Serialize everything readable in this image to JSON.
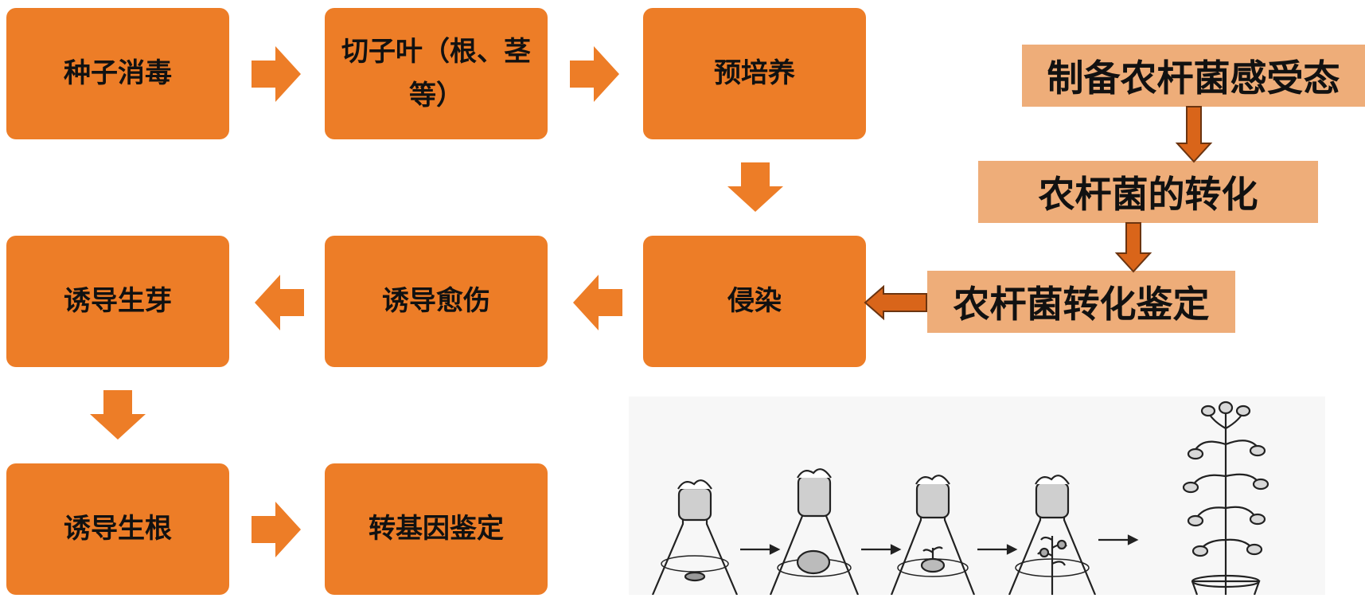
{
  "colors": {
    "step_box": "#ED7D27",
    "flow_arrow": "#ED7D27",
    "agro_box": "#EEAD79",
    "agro_arrow": "#D9651A",
    "agro_arrow_outline": "#6B3410"
  },
  "flow": {
    "steps": {
      "seed_disinfection": "种子消毒",
      "cut_leaf": "切子叶（根、茎等）",
      "preculture": "预培养",
      "infection": "侵染",
      "callus_induction": "诱导愈伤",
      "shoot_induction": "诱导生芽",
      "root_induction": "诱导生根",
      "transgenic_identification": "转基因鉴定"
    }
  },
  "agrobacterium": {
    "competent_cells": "制备农杆菌感受态",
    "transformation": "农杆菌的转化",
    "identification": "农杆菌转化鉴定"
  },
  "illustration": {
    "icons": [
      "flask-explant-icon",
      "flask-callus-icon",
      "flask-shoot-icon",
      "flask-plantlet-icon",
      "potted-plant-icon"
    ]
  }
}
